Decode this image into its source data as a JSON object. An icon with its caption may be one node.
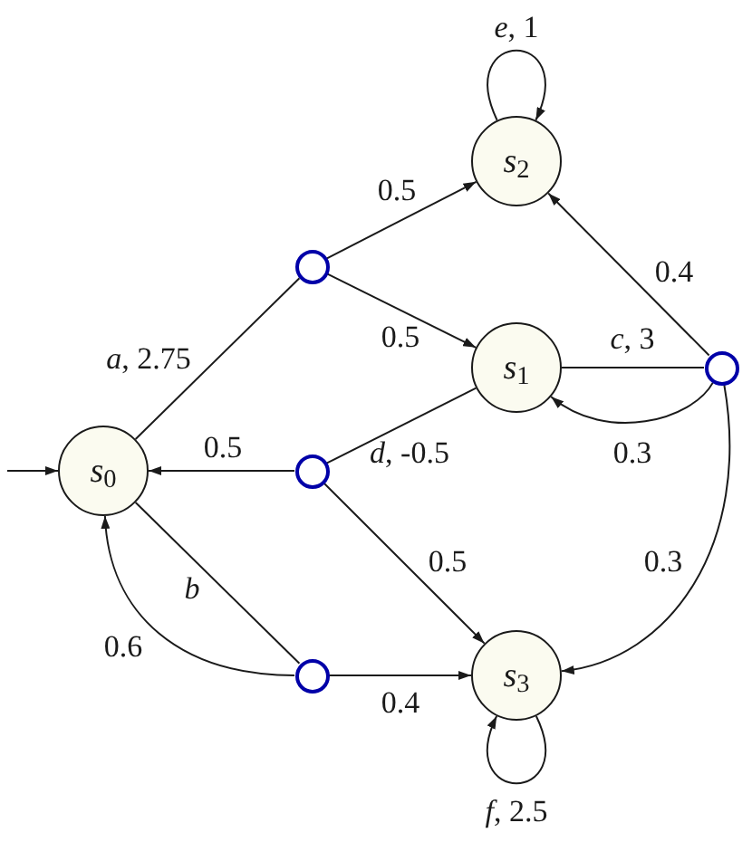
{
  "diagram": {
    "nodes": [
      {
        "text": [
          "*s*$_{0}$"
        ]
      },
      {
        "text": [
          "*s*$_{1}$"
        ]
      },
      {
        "text": [
          "*s*$_{2}$"
        ]
      },
      {
        "text": [
          "*s*$_{3}$"
        ]
      },
      {
        "text": [],
        "shape": "circle"
      },
      {
        "text": [],
        "shape": "circle"
      },
      {
        "text": [],
        "shape": "circle"
      },
      {
        "text": [],
        "shape": "circle"
      }
    ],
    "edges": [
      {
        "from": null,
        "to": 0,
        "arrow": "to"
      },
      {
        "from": 0,
        "to": 4,
        "arrow": "none",
        "label": "*a*, 2.75"
      },
      {
        "from": 4,
        "to": 2,
        "arrow": "to",
        "label": "0.5"
      },
      {
        "from": 4,
        "to": 1,
        "arrow": "to",
        "label": "0.5"
      },
      {
        "from": 1,
        "to": 5,
        "arrow": "none",
        "label": "*d*, -0.5"
      },
      {
        "from": 5,
        "to": 0,
        "arrow": "to",
        "label": "0.5"
      },
      {
        "from": 5,
        "to": 3,
        "arrow": "to",
        "label": "0.5"
      },
      {
        "from": 0,
        "to": 6,
        "arrow": "none",
        "label": "b"
      },
      {
        "from": 6,
        "to": 0,
        "arrow": "to",
        "label": "0.6"
      },
      {
        "from": 6,
        "to": 3,
        "arrow": "to",
        "label": "0.4"
      },
      {
        "from": 1,
        "to": 7,
        "arrow": "none",
        "label": "*c*, 3"
      },
      {
        "from": 7,
        "to": 2,
        "arrow": "to",
        "label": "0.4"
      },
      {
        "from": 7,
        "to": 1,
        "arrow": "to",
        "label": "0.3"
      },
      {
        "from": 7,
        "to": 3,
        "arrow": "to",
        "label": "0.3"
      },
      {
        "from": 2,
        "to": 2,
        "arrow": "to",
        "label": "*e*, 1"
      },
      {
        "from": 3,
        "to": 3,
        "arrow": "to",
        "label": "*f*, 2.5"
      }
    ]
  }
}
